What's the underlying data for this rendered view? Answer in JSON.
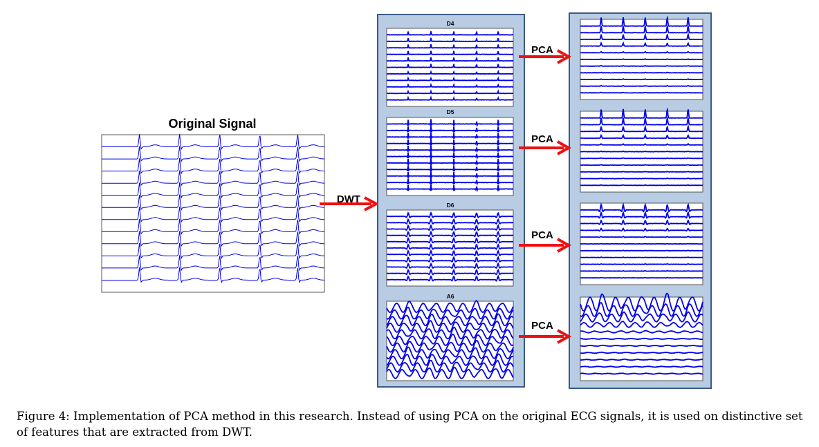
{
  "diagram": {
    "original_title": "Original Signal",
    "dwt_label": "DWT",
    "pca_label": "PCA",
    "panels": [
      {
        "label": "D4",
        "kind": "spiky"
      },
      {
        "label": "D5",
        "kind": "block"
      },
      {
        "label": "D6",
        "kind": "bumpy"
      },
      {
        "label": "A6",
        "kind": "smooth"
      }
    ],
    "colors": {
      "signal": "#0000ee",
      "arrow": "#ee1111",
      "column_fill": "#b8cce4",
      "column_border": "#3a5a85"
    }
  },
  "caption": "Figure 4: Implementation of PCA method in this research. Instead of using PCA on the original ECG signals, it is used on distinctive set of features that are extracted from DWT."
}
